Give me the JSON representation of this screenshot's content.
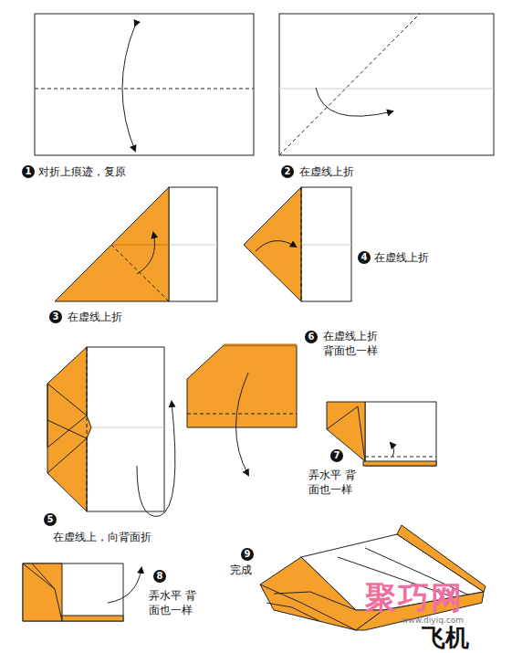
{
  "diagram": {
    "title": "飞机",
    "labels": [
      "1",
      "对折上痕迹，复原",
      "2",
      "在虚线上折",
      "3",
      "在虚线上折",
      "4",
      "在虚线上折",
      "5",
      "在虚线上，向背面折",
      "6",
      "在虚线上折 背面也一样",
      "7",
      "弄水平 背面也一样",
      "8",
      "弄水平 背面也一样",
      "9",
      "完成",
      "聚巧网",
      "www.diyiq.com"
    ]
  }
}
